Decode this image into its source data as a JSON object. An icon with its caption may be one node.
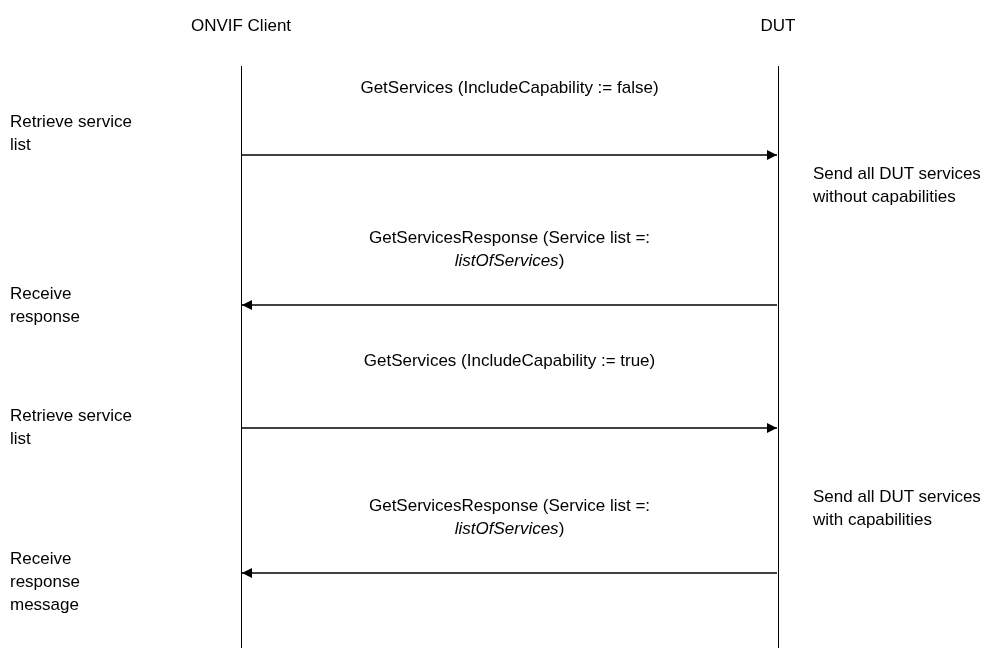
{
  "diagram": {
    "nodes": [
      {
        "text": [
          "ONVIF Client"
        ]
      },
      {
        "text": [
          "DUT"
        ]
      }
    ],
    "edges": [
      {
        "from": 0,
        "to": 1,
        "arrow": "to",
        "label": "GetServices (IncludeCapability := false)"
      },
      {
        "from": 1,
        "to": 0,
        "arrow": "to",
        "label": "GetServicesResponse (Service list =: *listOfServices*)"
      },
      {
        "from": 0,
        "to": 1,
        "arrow": "to",
        "label": "GetServices (IncludeCapability := true)"
      },
      {
        "from": 1,
        "to": 0,
        "arrow": "to",
        "label": "GetServicesResponse (Service list =: *listOfServices*)"
      }
    ],
    "labels": [
      "Retrieve service list",
      "Send all DUT services without capabilities",
      "Receive response",
      "Retrieve service list",
      "Send all DUT services with capabilities",
      "Receive response message"
    ]
  }
}
